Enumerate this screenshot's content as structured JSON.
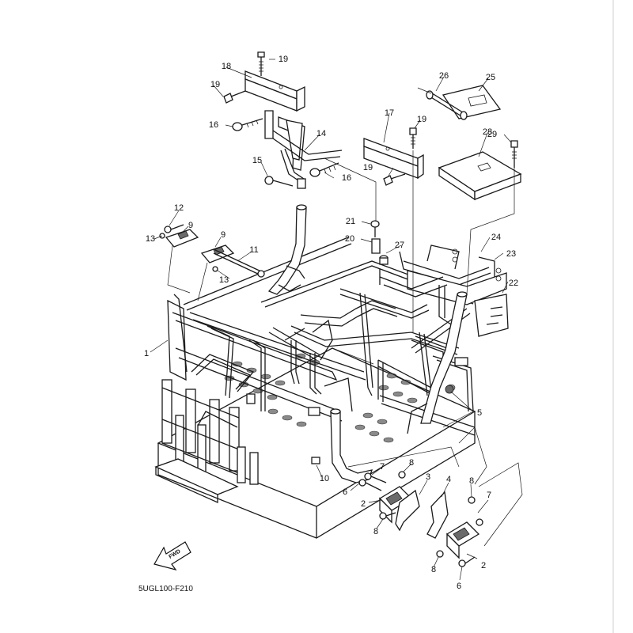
{
  "diagram_code": "5UGL100-F210",
  "fwd_label": "FWD",
  "callouts": [
    "1",
    "2",
    "2",
    "3",
    "4",
    "5",
    "6",
    "6",
    "7",
    "7",
    "8",
    "8",
    "8",
    "8",
    "9",
    "9",
    "10",
    "11",
    "12",
    "13",
    "13",
    "14",
    "15",
    "16",
    "16",
    "17",
    "18",
    "19",
    "19",
    "19",
    "19",
    "20",
    "21",
    "22",
    "23",
    "24",
    "25",
    "26",
    "27",
    "28",
    "29"
  ]
}
